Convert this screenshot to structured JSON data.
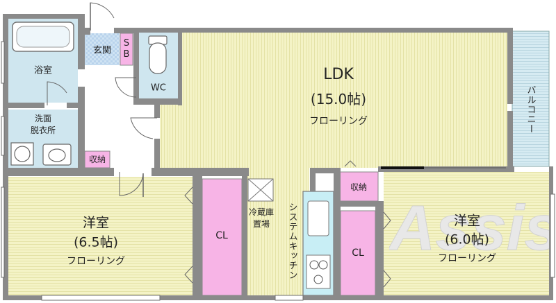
{
  "rooms": {
    "ldk": {
      "name": "LDK",
      "size": "(15.0帖)",
      "floor": "フローリング"
    },
    "western_a": {
      "name": "洋室",
      "size": "(6.5帖)",
      "floor": "フローリング"
    },
    "western_b": {
      "name": "洋室",
      "size": "(6.0帖)",
      "floor": "フローリング"
    },
    "bath": "浴室",
    "washroom_line1": "洗面",
    "washroom_line2": "脱衣所",
    "entrance": "玄関",
    "shoebox": "SB",
    "toilet": "WC",
    "balcony": "バルコニー",
    "kitchen": "システムキッチン",
    "fridge_line1": "冷蔵庫",
    "fridge_line2": "置場",
    "storage_small": "収納",
    "storage_mid": "収納",
    "closet_a": "CL",
    "closet_b": "CL"
  },
  "watermark": "Assist",
  "colors": {
    "ldk_floor": "#f4f3c6",
    "room_floor": "#f4f3c6",
    "wet_area": "#cfe6ef",
    "closet": "#f7b4e6",
    "kitchen_counter": "#c8eef5",
    "wall": "#8a8a8a",
    "balcony": "#d0e8f0"
  }
}
